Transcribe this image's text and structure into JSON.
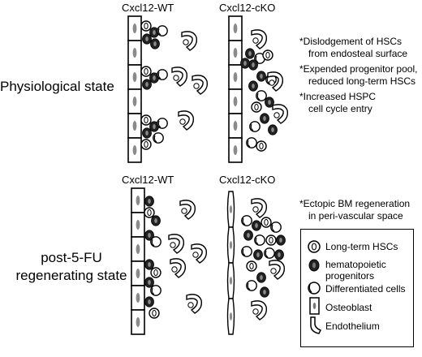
{
  "panels": {
    "top": {
      "label": "Physiological state",
      "col_wt": "Cxcl12-WT",
      "col_cko": "Cxcl12-cKO"
    },
    "bottom": {
      "label_line1": "post-5-FU",
      "label_line2": "regenerating state",
      "col_wt": "Cxcl12-WT",
      "col_cko": "Cxcl12-cKO"
    }
  },
  "notes_top": [
    {
      "line1": "*Dislodgement of HSCs",
      "line2": "from endosteal surface"
    },
    {
      "line1": "*Expended progenitor pool,",
      "line2": "reduced long-term HSCs"
    },
    {
      "line1": "*Increased HSPC",
      "line2": "cell cycle entry"
    }
  ],
  "notes_bottom": [
    {
      "line1": "*Ectopic BM regeneration",
      "line2": "in peri-vascular space"
    }
  ],
  "legend": [
    {
      "label": "Long-term HSCs",
      "icon": "long-term-hsc-icon"
    },
    {
      "label": "hematopoietic",
      "label2": "progenitors",
      "icon": "progenitor-icon"
    },
    {
      "label": "Differentiated cells",
      "icon": "differentiated-cell-icon"
    },
    {
      "label": "Osteoblast",
      "icon": "osteoblast-icon"
    },
    {
      "label": "Endothelium",
      "icon": "endothelium-icon"
    }
  ]
}
